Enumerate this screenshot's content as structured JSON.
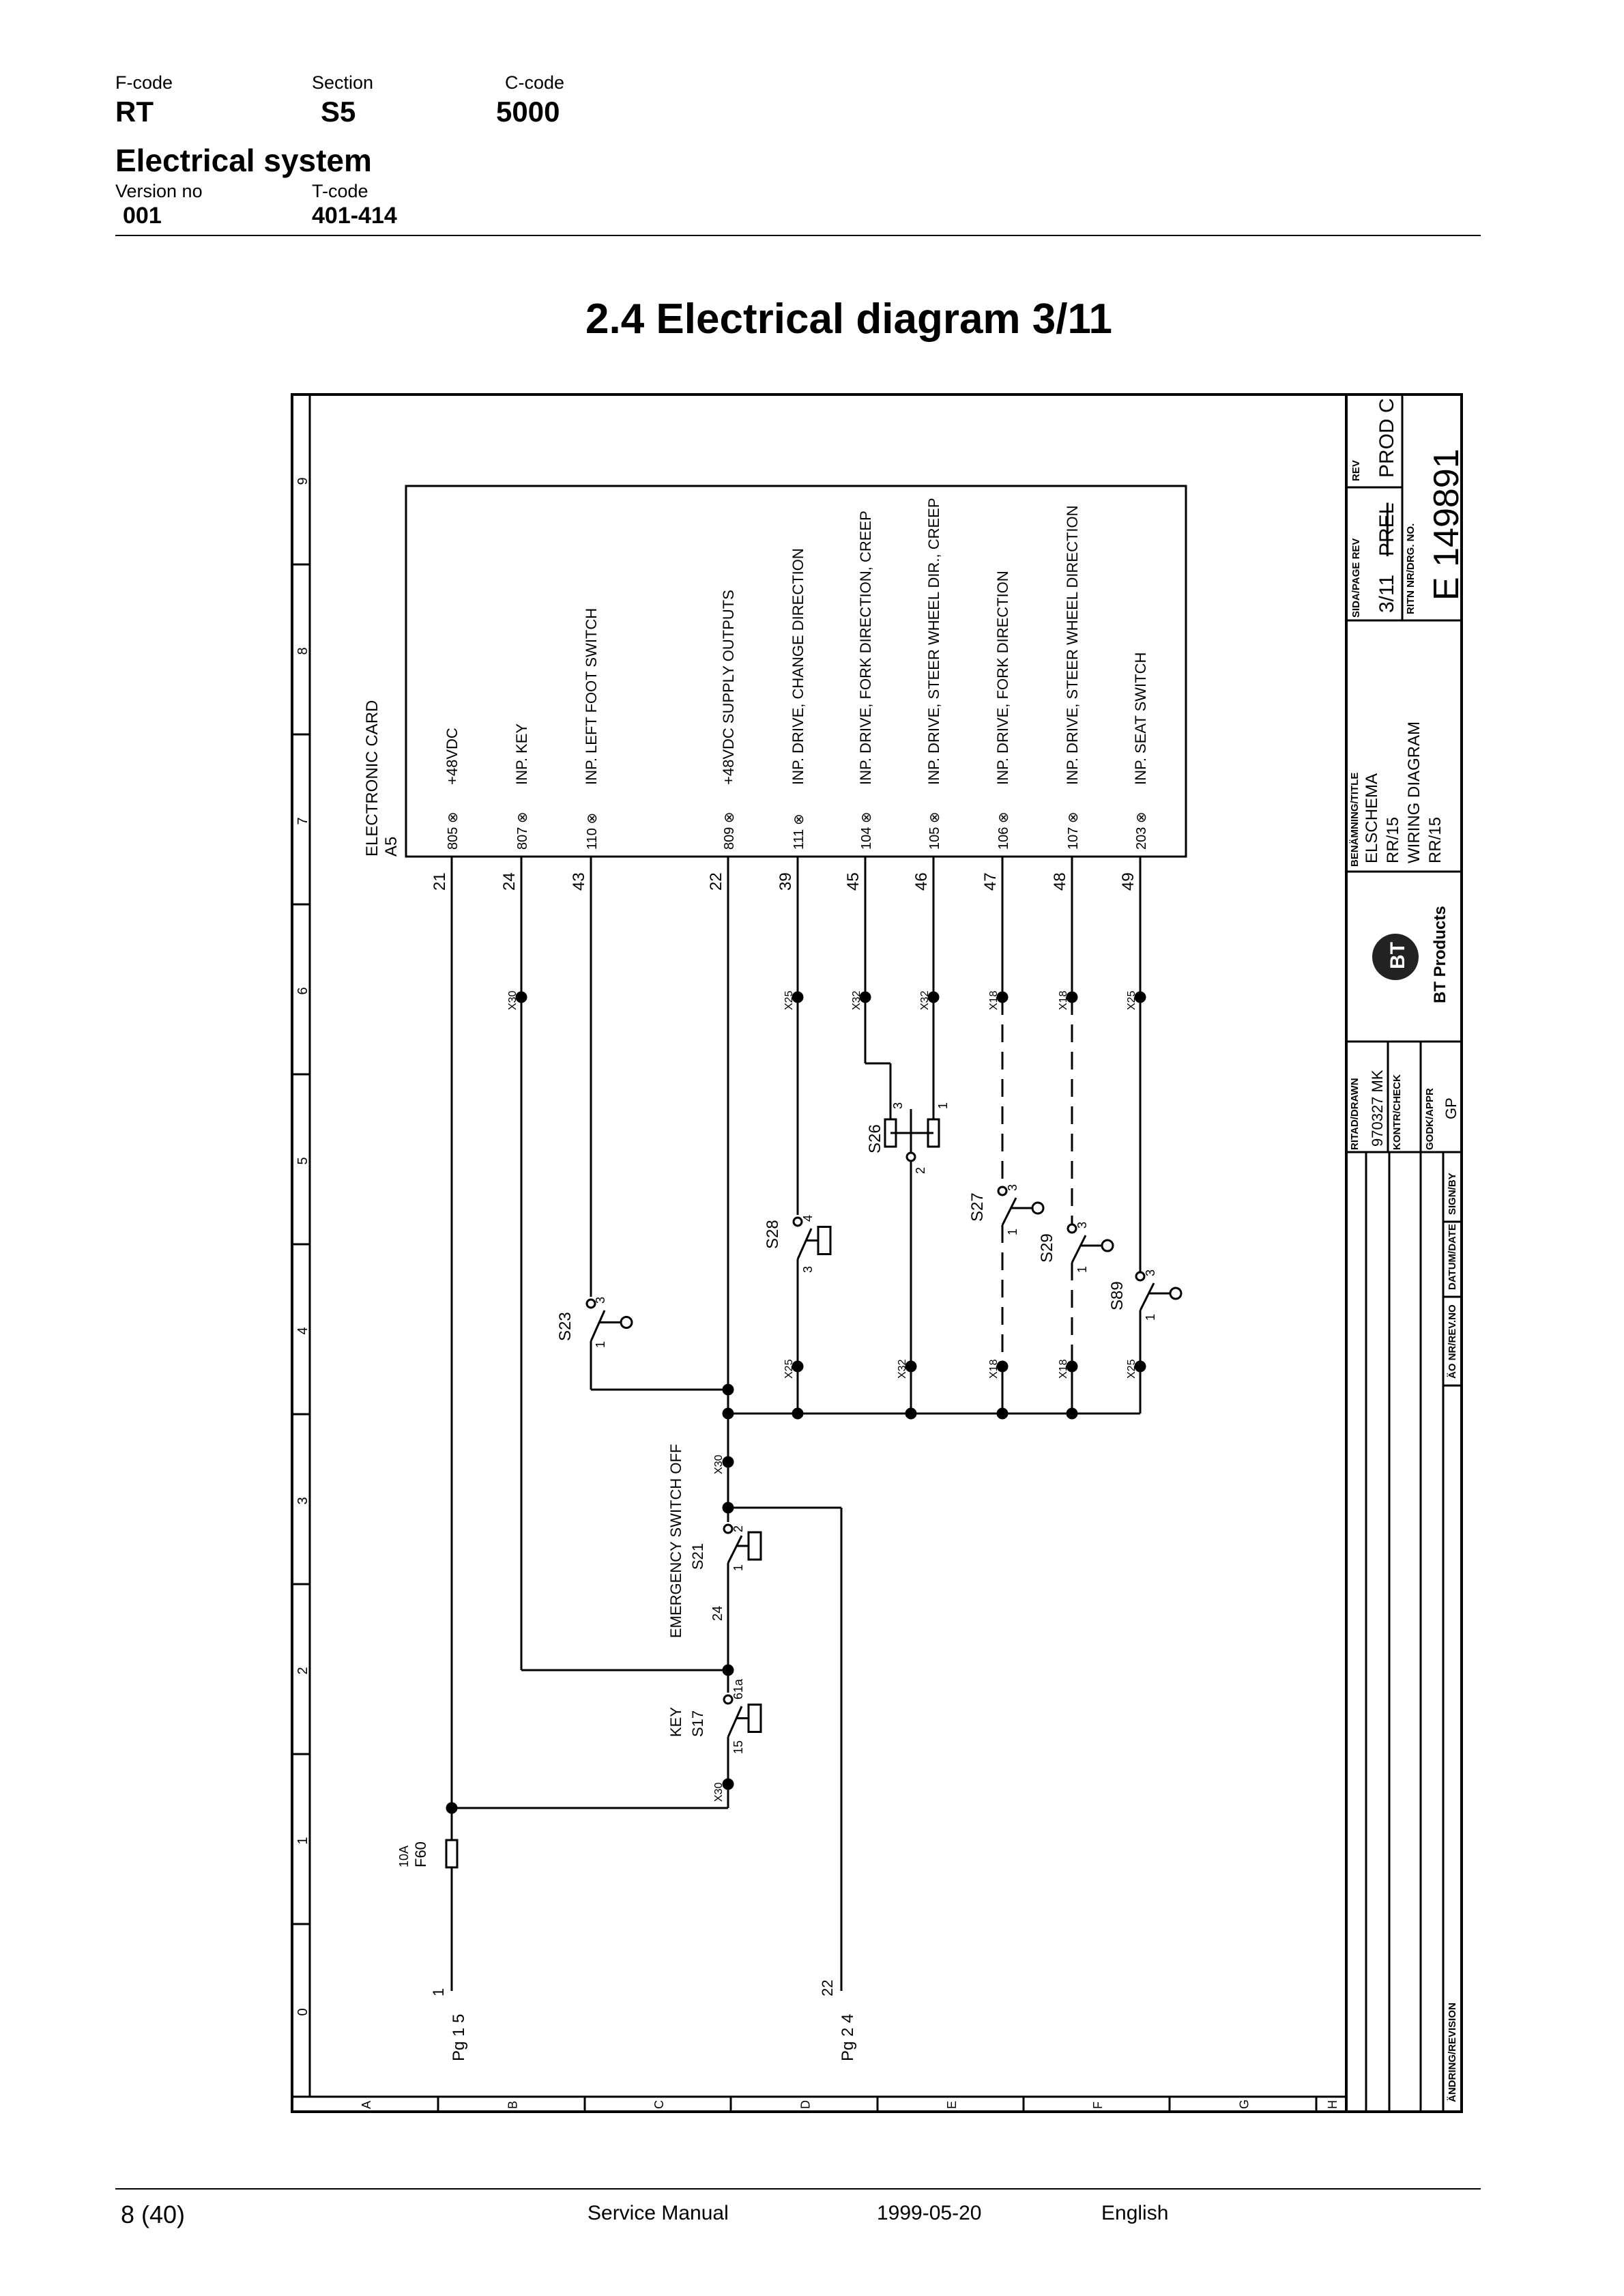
{
  "header": {
    "fcode_label": "F-code",
    "fcode": "RT",
    "section_label": "Section",
    "section": "S5",
    "ccode_label": "C-code",
    "ccode": "5000",
    "system": "Electrical system",
    "version_label": "Version no",
    "version": "001",
    "tcode_label": "T-code",
    "tcode": "401-414"
  },
  "title": "2.4  Electrical diagram 3/11",
  "diagram": {
    "card_name": "ELECTRONIC CARD",
    "card_id": "A5",
    "pins": [
      {
        "pin": "805 ⊗",
        "label": "+48VDC",
        "wire": "21"
      },
      {
        "pin": "807 ⊗",
        "label": "INP. KEY",
        "wire": "24"
      },
      {
        "pin": "110 ⊗",
        "label": "INP. LEFT FOOT SWITCH",
        "wire": "43"
      },
      {
        "pin": "809 ⊗",
        "label": "+48VDC SUPPLY OUTPUTS",
        "wire": "22"
      },
      {
        "pin": "111 ⊗",
        "label": "INP. DRIVE, CHANGE DIRECTION",
        "wire": "39"
      },
      {
        "pin": "104 ⊗",
        "label": "INP. DRIVE, FORK DIRECTION, CREEP",
        "wire": "45"
      },
      {
        "pin": "105 ⊗",
        "label": "INP. DRIVE, STEER WHEEL DIR., CREEP",
        "wire": "46"
      },
      {
        "pin": "106 ⊗",
        "label": "INP. DRIVE, FORK DIRECTION",
        "wire": "47"
      },
      {
        "pin": "107 ⊗",
        "label": "INP. DRIVE, STEER WHEEL DIRECTION",
        "wire": "48"
      },
      {
        "pin": "203 ⊗",
        "label": "INP. SEAT SWITCH",
        "wire": "49"
      }
    ],
    "upper_connectors": [
      "X30",
      "X25",
      "X32",
      "X32",
      "X18",
      "X18",
      "X25"
    ],
    "lower_connectors": [
      "X25",
      "X32",
      "X18",
      "X18",
      "X25"
    ],
    "switches": {
      "s23": {
        "name": "S23",
        "t1": "1",
        "t2": "3"
      },
      "s28": {
        "name": "S28",
        "t1": "3",
        "t2": "4"
      },
      "s26": {
        "name": "S26",
        "t1": "3",
        "t2": "1",
        "t3": "2"
      },
      "s27": {
        "name": "S27",
        "t1": "1",
        "t2": "3"
      },
      "s29": {
        "name": "S29",
        "t1": "1",
        "t2": "3"
      },
      "s89": {
        "name": "S89",
        "t1": "1",
        "t2": "3"
      },
      "s21": {
        "name": "S21",
        "desc": "EMERGENCY SWITCH OFF",
        "wire": "24",
        "t1": "1",
        "t2": "2"
      },
      "s17": {
        "name": "S17",
        "desc": "KEY",
        "t1": "15",
        "t2": "61a"
      }
    },
    "x30_a": "X30",
    "x30_b": "X30",
    "fuse": {
      "name": "F60",
      "rating": "10A"
    },
    "ref1": {
      "wire": "1",
      "page": "Pg  1 5"
    },
    "ref2": {
      "wire": "22",
      "page": "Pg  2 4"
    },
    "grid_rows": [
      "9",
      "8",
      "7",
      "6",
      "5",
      "4",
      "3",
      "2",
      "1",
      "0"
    ],
    "grid_cols": [
      "A",
      "B",
      "C",
      "D",
      "E",
      "F",
      "G",
      "H"
    ]
  },
  "titleblock": {
    "rev_label": "REV",
    "rev": "PROD C",
    "page_rev_label": "SIDA/PAGE REV",
    "page": "3/11",
    "prel": "PREL",
    "drg_label": "RITN NR/DRG. NO.",
    "drg_no": "E 149891",
    "title_label": "BENÄMNING/TITLE",
    "title_lines": [
      "ELSCHEMA",
      "RR/15",
      "WIRING DIAGRAM",
      "RR/15"
    ],
    "company": "BT Products",
    "logo_text": "BT",
    "drawn_label": "RITAD/DRAWN",
    "drawn": "970327  MK",
    "check_label": "KONTR/CHECK",
    "appr_label": "GODK/APPR",
    "appr": "GP",
    "sign_label": "SIGN/BY",
    "date_label": "DATUM/DATE",
    "ao_label": "ÄO NR/REV.NO",
    "revision_label": "ÄNDRING/REVISION"
  },
  "footer": {
    "page": "8 (40)",
    "manual": "Service Manual",
    "date": "1999-05-20",
    "language": "English"
  }
}
